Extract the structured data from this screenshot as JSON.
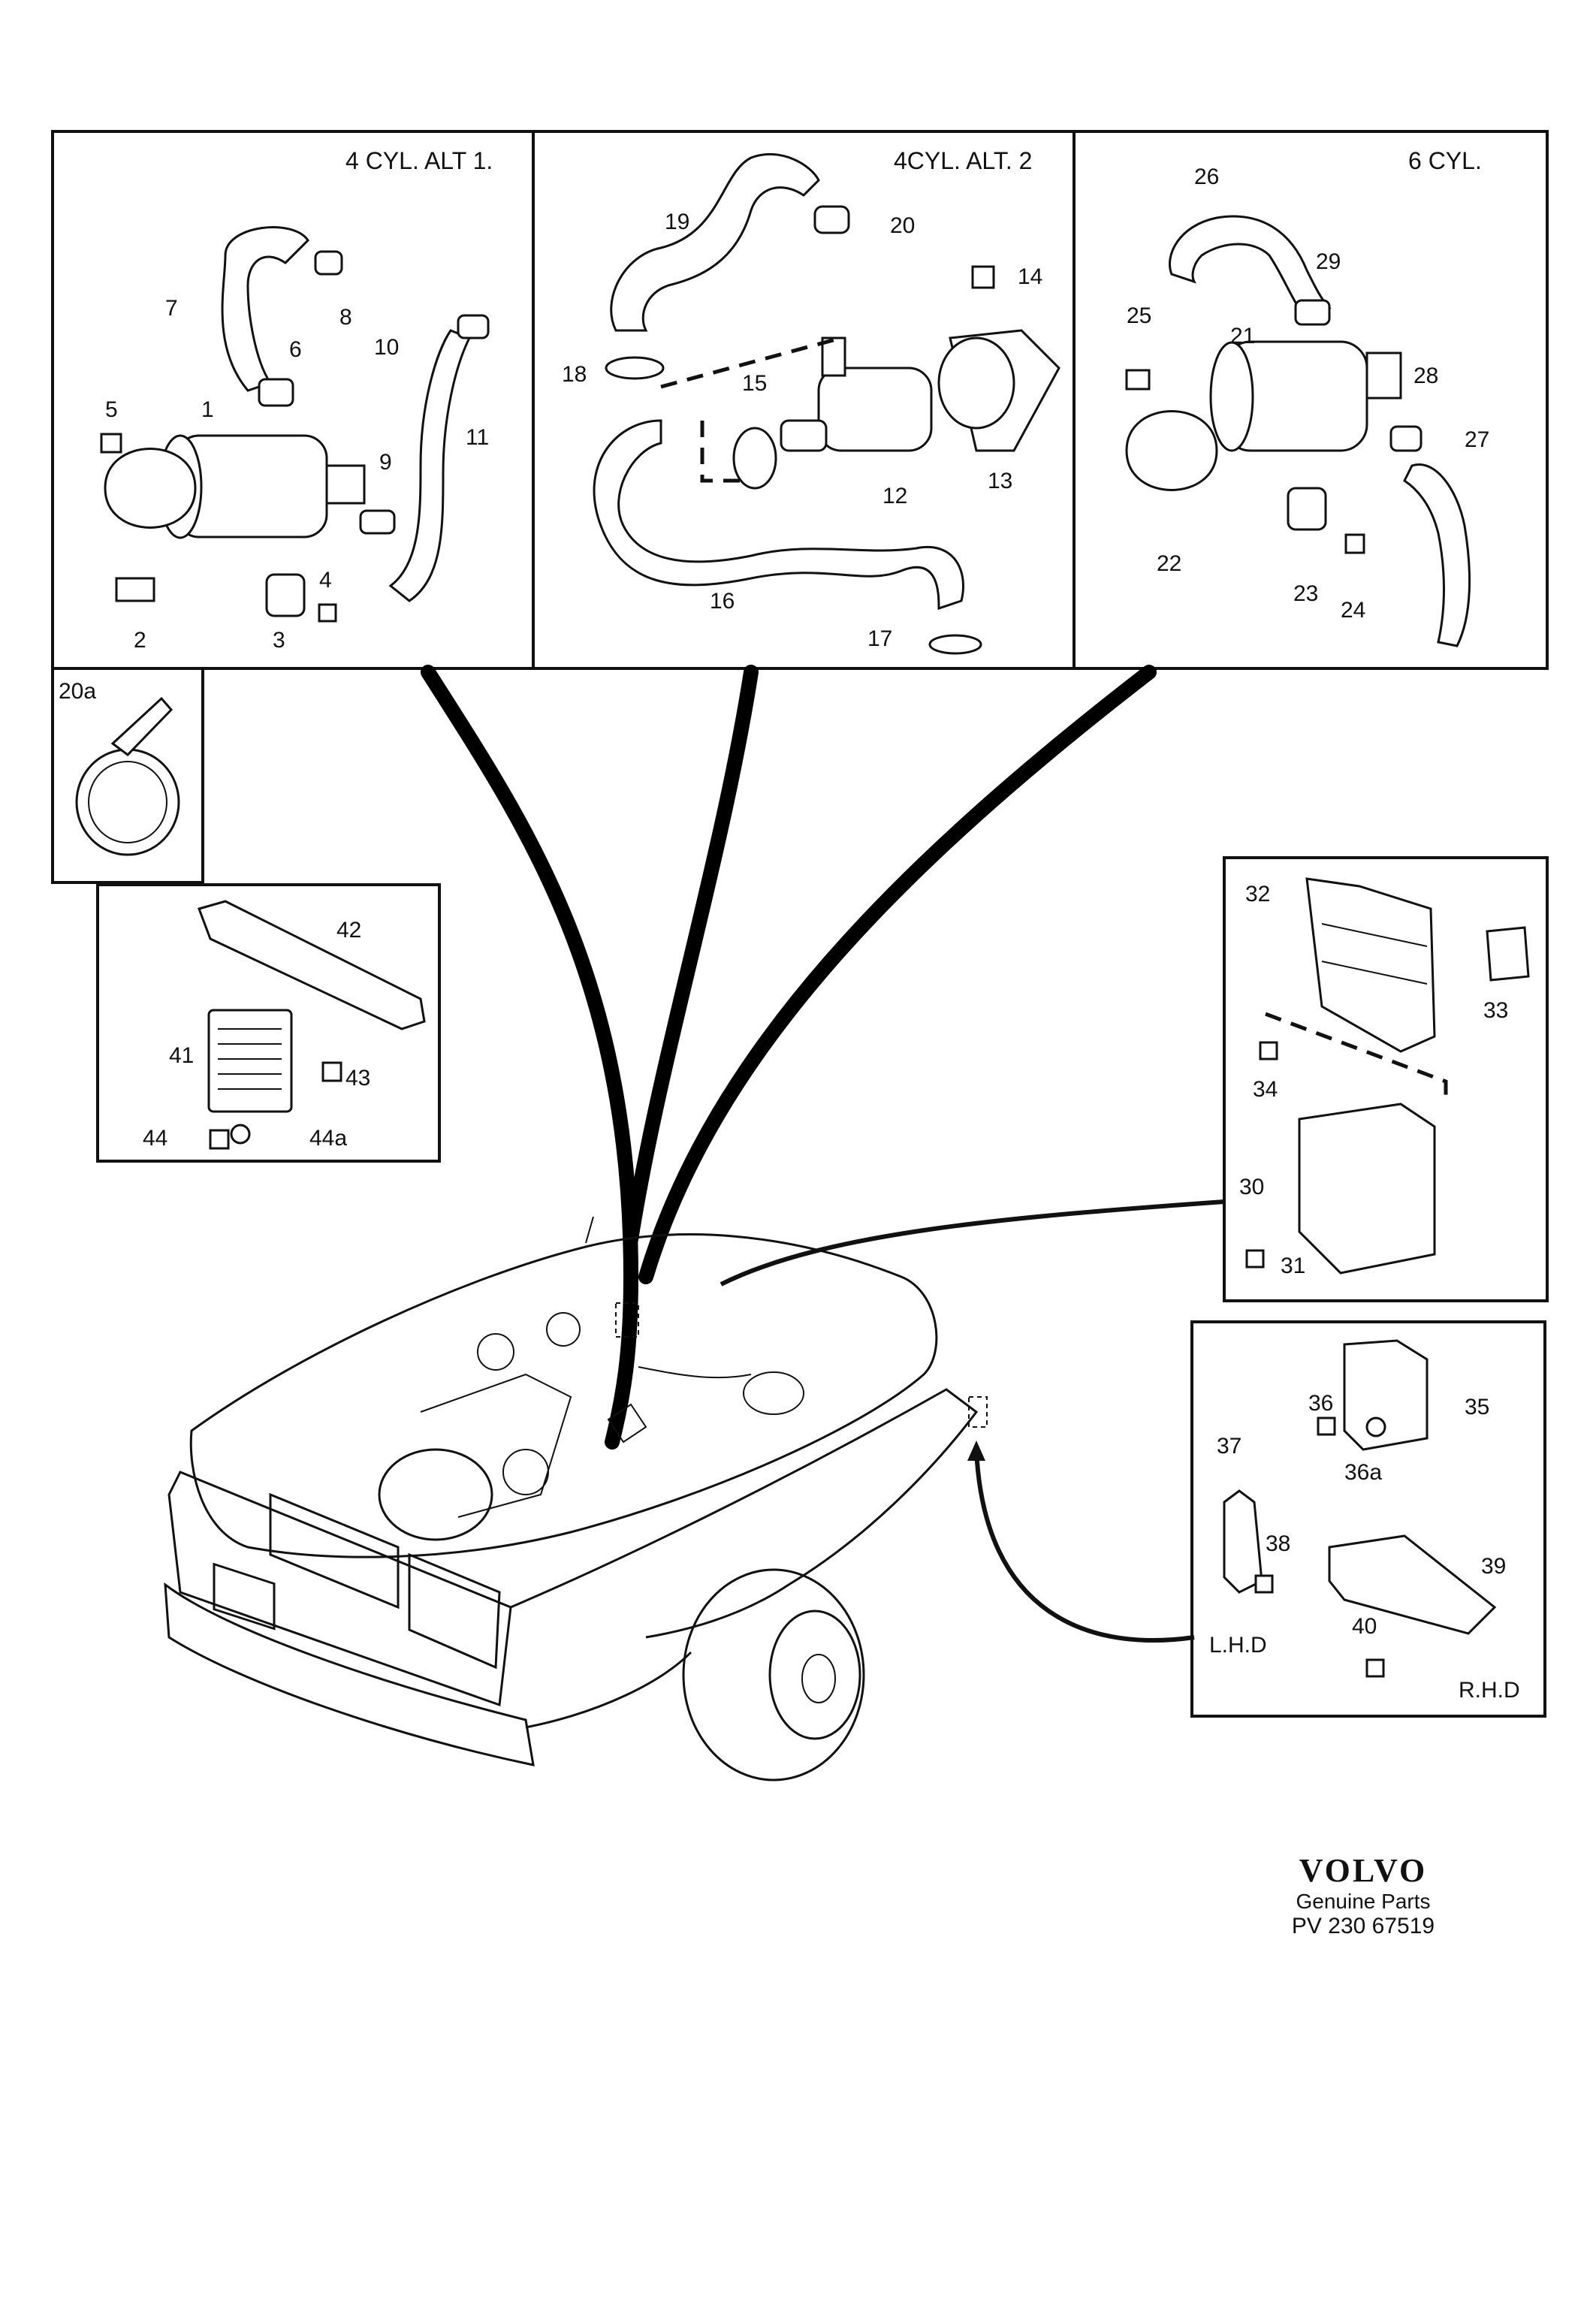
{
  "panels": {
    "alt1_title": "4 CYL. ALT 1.",
    "alt2_title": "4CYL. ALT. 2",
    "six_title": "6 CYL."
  },
  "labels": {
    "p1": "1",
    "p2": "2",
    "p3": "3",
    "p4": "4",
    "p5": "5",
    "p6": "6",
    "p7": "7",
    "p8": "8",
    "p9": "9",
    "p10": "10",
    "p11": "11",
    "p12": "12",
    "p13": "13",
    "p14": "14",
    "p15": "15",
    "p16": "16",
    "p17": "17",
    "p18": "18",
    "p19": "19",
    "p20": "20",
    "p20a": "20a",
    "p21": "21",
    "p22": "22",
    "p23": "23",
    "p24": "24",
    "p25": "25",
    "p26": "26",
    "p27": "27",
    "p28": "28",
    "p29": "29",
    "p30": "30",
    "p31": "31",
    "p32": "32",
    "p33": "33",
    "p34": "34",
    "p35": "35",
    "p36": "36",
    "p36a": "36a",
    "p37": "37",
    "p38": "38",
    "p39": "39",
    "p40": "40",
    "p41": "41",
    "p42": "42",
    "p43": "43",
    "p44": "44",
    "p44a": "44a",
    "lhd": "L.H.D",
    "rhd": "R.H.D"
  },
  "brand": {
    "logo": "VOLVO",
    "subtitle": "Genuine Parts",
    "reference": "PV 230 67519"
  }
}
